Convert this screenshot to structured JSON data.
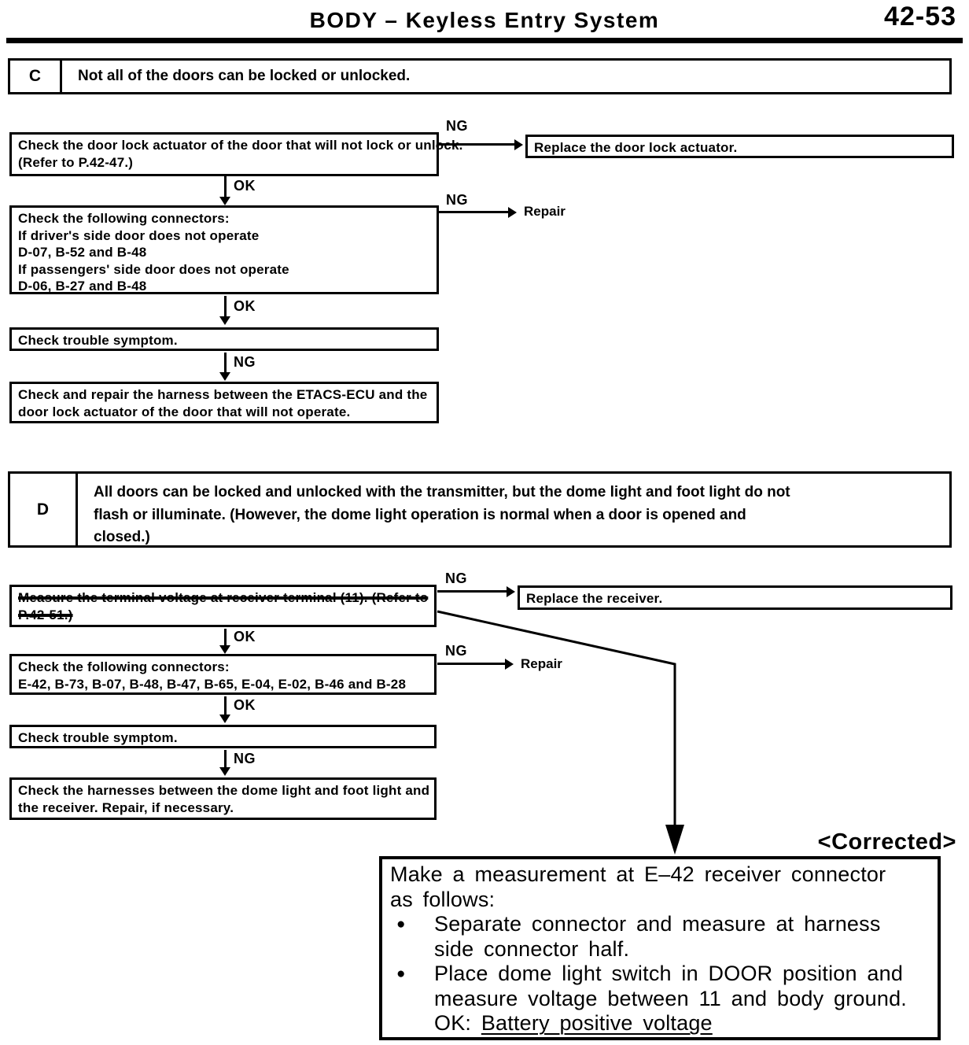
{
  "header": {
    "title": "BODY – Keyless Entry System",
    "page_number": "42-53"
  },
  "labels": {
    "ng": "NG",
    "ok": "OK"
  },
  "section_c": {
    "id": "C",
    "title": "Not all of the doors can be locked or unlocked.",
    "step1": {
      "line1": "Check the door lock actuator of the door that will not lock or unlock.",
      "line2": "(Refer to P.42-47.)"
    },
    "result1": "Replace the door lock actuator.",
    "step2": {
      "line1": "Check the following connectors:",
      "line2": "If driver's side door does not operate",
      "line3": "D-07, B-52 and B-48",
      "line4": "If passengers' side door does not operate",
      "line5": "D-06, B-27 and B-48"
    },
    "result2": "Repair",
    "step3": "Check trouble symptom.",
    "step4": {
      "line1": "Check and repair the harness between the ETACS-ECU and the",
      "line2": "door lock actuator of the door that will not operate."
    }
  },
  "section_d": {
    "id": "D",
    "title": {
      "line1": "All doors can be locked and unlocked with the transmitter, but the dome light and foot light do not",
      "line2": "flash or illuminate.  (However, the dome light operation is normal when a door is opened and",
      "line3": "closed.)"
    },
    "step1": {
      "line1": "Measure the terminal voltage at receiver terminal (11). (Refer to",
      "line2": "P.42-51.)"
    },
    "result1": "Replace the receiver.",
    "step2": {
      "line1": "Check the following connectors:",
      "line2": "E-42, B-73, B-07, B-48, B-47, B-65, E-04, E-02, B-46 and B-28"
    },
    "result2": "Repair",
    "step3": "Check trouble symptom.",
    "step4": {
      "line1": "Check the harnesses between the dome light and foot light and",
      "line2": "the receiver. Repair, if necessary."
    }
  },
  "corrected_note": {
    "tag": "<Corrected>",
    "line1": "Make a measurement at E–42 receiver connector",
    "line2": "as follows:",
    "bullet": "●",
    "bullet1_line1": "Separate connector and measure at harness",
    "bullet1_line2": "side connector half.",
    "bullet2_line1": "Place dome light switch in DOOR position and",
    "bullet2_line2": "measure voltage between 11 and body ground.",
    "ok_prefix": "OK:",
    "ok_value": "Battery positive voltage"
  }
}
